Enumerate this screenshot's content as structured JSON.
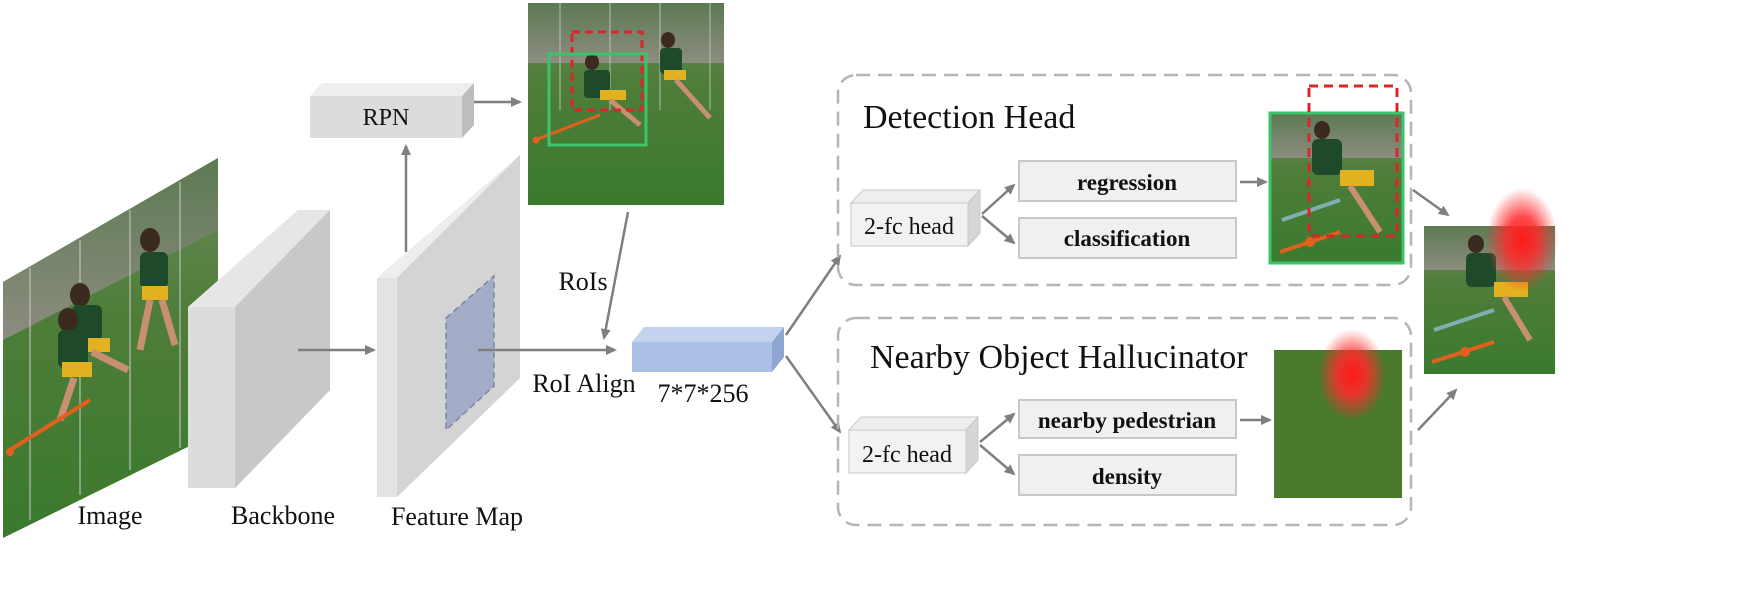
{
  "labels": {
    "image": "Image",
    "backbone": "Backbone",
    "feature_map": "Feature Map",
    "rpn": "RPN",
    "rois": "RoIs",
    "roi_align": "RoI Align",
    "roi_feature_size": "7*7*256"
  },
  "detection_head": {
    "title": "Detection Head",
    "fc_head": "2-fc head",
    "regression": "regression",
    "classification": "classification"
  },
  "hallucinator": {
    "title": "Nearby Object Hallucinator",
    "fc_head": "2-fc head",
    "nearby_pedestrian": "nearby pedestrian",
    "density": "density"
  },
  "colors": {
    "block_front": "#dcdcdc",
    "block_side": "#bdbdbd",
    "block_top": "#eeeeee",
    "roi_feature": "#a9bfe4",
    "arrow": "#7f7f7f",
    "dashed_frame": "#b5b5b5",
    "green_box": "#3cc46a",
    "red_box": "#d9262b",
    "density_bg": "#4a7a2c",
    "field_green": "#3f7d32"
  }
}
